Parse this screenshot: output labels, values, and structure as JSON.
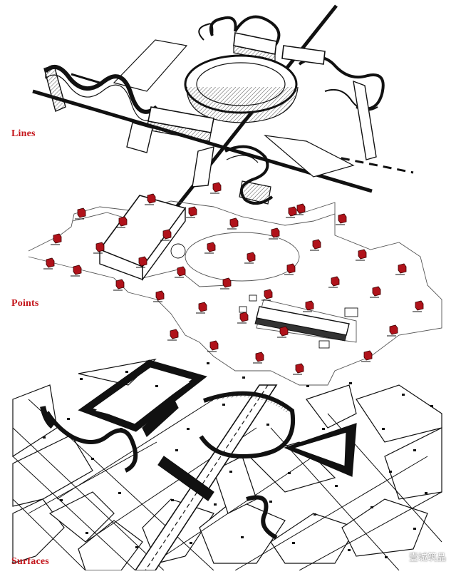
{
  "layers": {
    "lines": "Lines",
    "points": "Points",
    "surfaces": "Surfaces"
  },
  "watermark": {
    "text": "壹城筑品",
    "icon": "wechat-icon"
  },
  "colors": {
    "label": "#c4161c",
    "folly": "#b0121a",
    "ink": "#111111",
    "paper": "#ffffff"
  }
}
